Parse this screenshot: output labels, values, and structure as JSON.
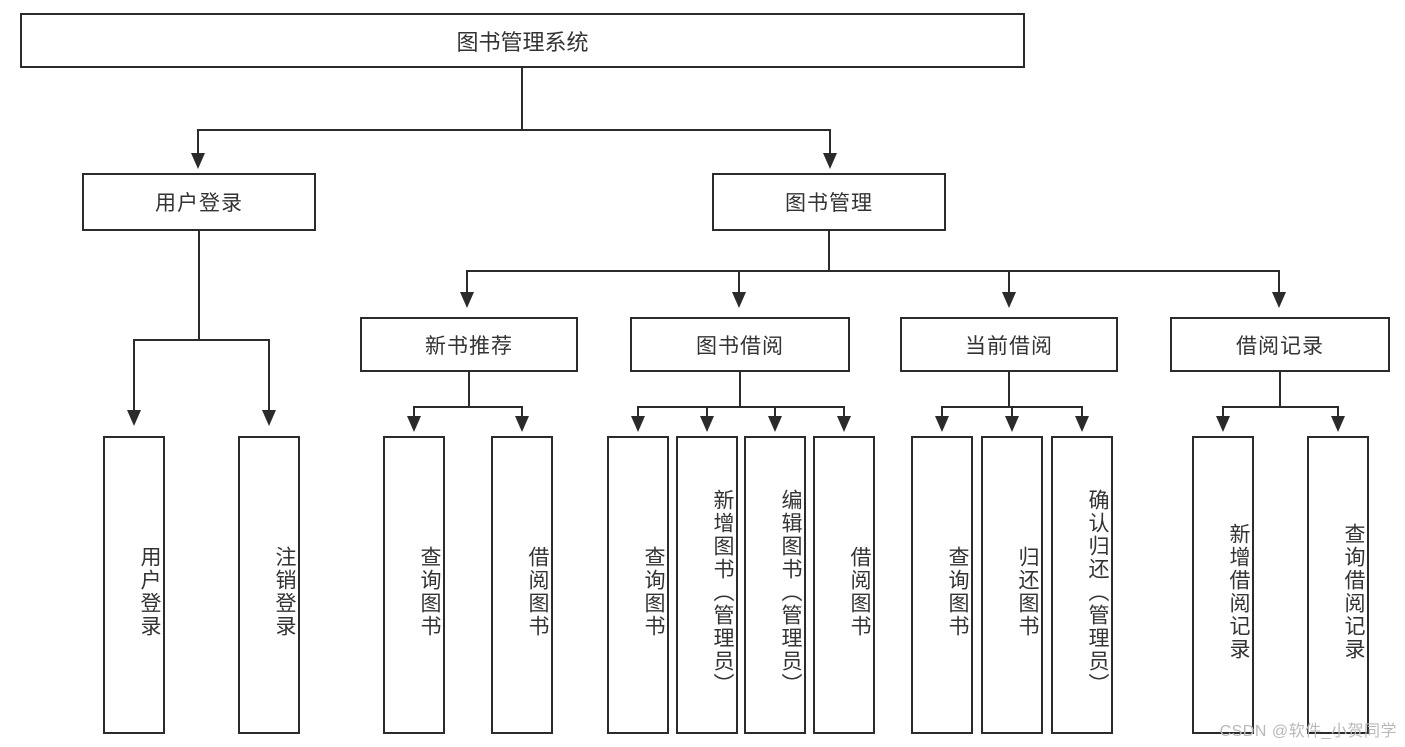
{
  "diagram": {
    "type": "tree",
    "title": "图书管理系统",
    "root": {
      "label": "图书管理系统"
    },
    "level2": [
      {
        "id": "user-login",
        "label": "用户登录"
      },
      {
        "id": "book-manage",
        "label": "图书管理"
      }
    ],
    "level3": [
      {
        "id": "new-book-recommend",
        "label": "新书推荐",
        "parent": "book-manage"
      },
      {
        "id": "book-borrow",
        "label": "图书借阅",
        "parent": "book-manage"
      },
      {
        "id": "current-borrow",
        "label": "当前借阅",
        "parent": "book-manage"
      },
      {
        "id": "borrow-record",
        "label": "借阅记录",
        "parent": "book-manage"
      }
    ],
    "leaves": {
      "user_login": [
        {
          "id": "leaf-user-login",
          "label": "用户登录"
        },
        {
          "id": "leaf-logout-login",
          "label": "注销登录"
        }
      ],
      "new_book_recommend": [
        {
          "id": "leaf-query-book-1",
          "label": "查询图书"
        },
        {
          "id": "leaf-borrow-book-1",
          "label": "借阅图书"
        }
      ],
      "book_borrow": [
        {
          "id": "leaf-query-book-2",
          "label": "查询图书"
        },
        {
          "id": "leaf-add-book",
          "label": "新增图书（管理员）"
        },
        {
          "id": "leaf-edit-book",
          "label": "编辑图书（管理员）"
        },
        {
          "id": "leaf-borrow-book-2",
          "label": "借阅图书"
        }
      ],
      "current_borrow": [
        {
          "id": "leaf-query-book-3",
          "label": "查询图书"
        },
        {
          "id": "leaf-return-book",
          "label": "归还图书"
        },
        {
          "id": "leaf-confirm-return",
          "label": "确认归还（管理员）"
        }
      ],
      "borrow_record": [
        {
          "id": "leaf-add-record",
          "label": "新增借阅记录"
        },
        {
          "id": "leaf-query-record",
          "label": "查询借阅记录"
        }
      ]
    }
  },
  "watermark": {
    "text": "CSDN @软件_小贺同学"
  },
  "colors": {
    "line": "#2b2b2b",
    "box_bg": "#ffffff",
    "text": "#333333",
    "watermark": "#b9b9b9"
  }
}
